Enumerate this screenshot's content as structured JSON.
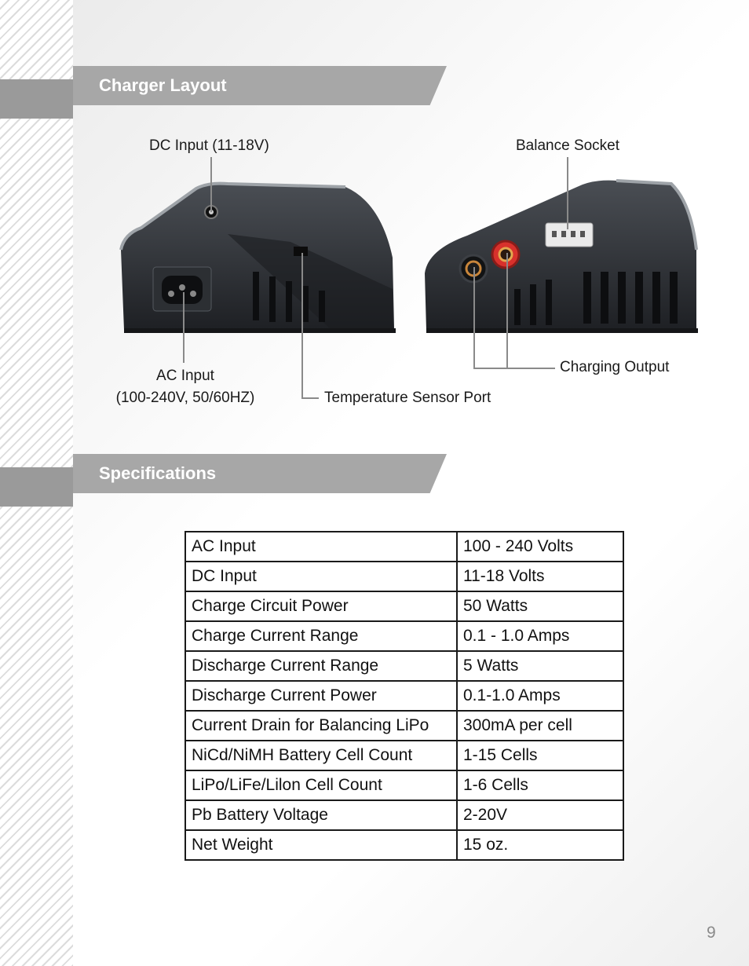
{
  "sections": {
    "layout_title": "Charger Layout",
    "specs_title": "Specifications"
  },
  "labels": {
    "dc_input": "DC Input (11-18V)",
    "balance_socket": "Balance Socket",
    "charging_output": "Charging Output",
    "ac_input_line1": "AC Input",
    "ac_input_line2": "(100-240V, 50/60HZ)",
    "temp_sensor": "Temperature Sensor Port"
  },
  "specs": [
    {
      "key": "AC Input",
      "value": "100 - 240 Volts"
    },
    {
      "key": "DC Input",
      "value": "11-18 Volts"
    },
    {
      "key": "Charge Circuit Power",
      "value": "50 Watts"
    },
    {
      "key": "Charge Current Range",
      "value": "0.1 - 1.0 Amps"
    },
    {
      "key": "Discharge Current Range",
      "value": "5 Watts"
    },
    {
      "key": "Discharge Current Power",
      "value": "0.1-1.0 Amps"
    },
    {
      "key": "Current Drain for Balancing LiPo",
      "value": "300mA per cell"
    },
    {
      "key": "NiCd/NiMH Battery Cell Count",
      "value": "1-15 Cells"
    },
    {
      "key": "LiPo/LiFe/Lilon Cell Count",
      "value": "1-6 Cells"
    },
    {
      "key": "Pb Battery Voltage",
      "value": "2-20V"
    },
    {
      "key": "Net Weight",
      "value": "15 oz."
    }
  ],
  "page_number": "9",
  "colors": {
    "banner": "#a7a7a7",
    "charger_body": "#2a2d31",
    "red_terminal": "#d8312c"
  }
}
